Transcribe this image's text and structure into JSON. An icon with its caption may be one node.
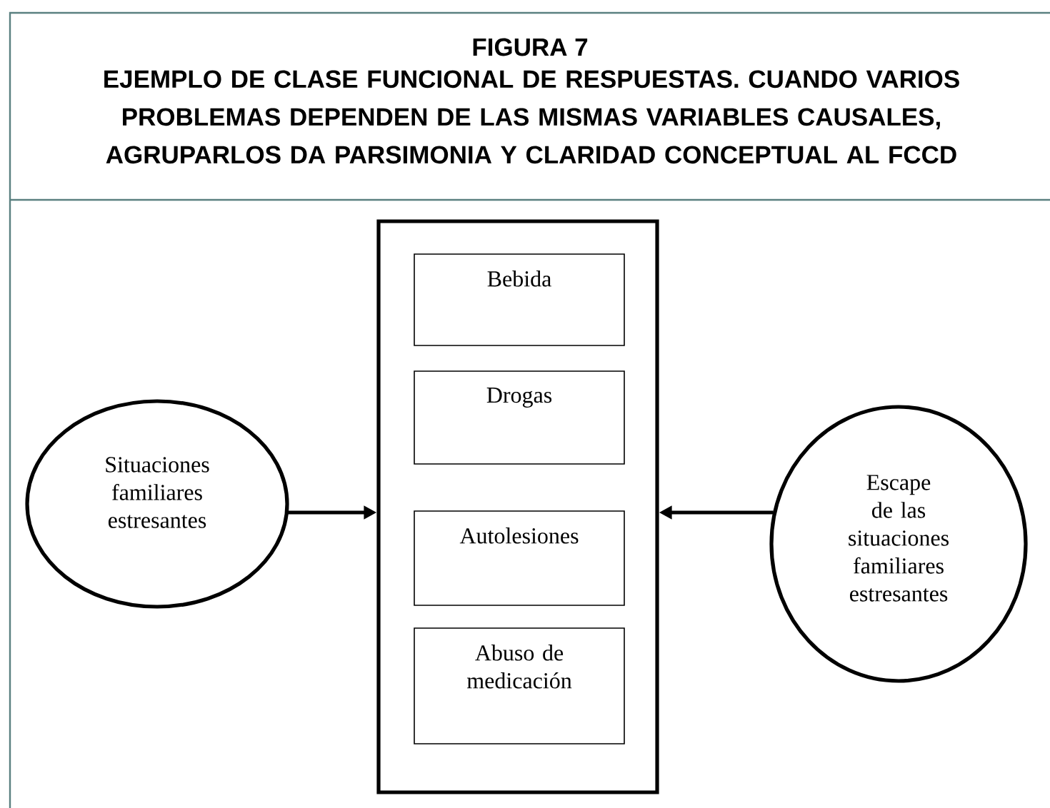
{
  "diagram": {
    "title": "EJEMPLO DE CLASE FUNCIONAL DE RESPUESTAS. CUANDO VARIOS PROBLEMAS DEPENDEN DE LAS MISMAS VARIABLES CAUSALES, AGRUPARLOS DA PARSIMONIA Y CLARIDAD CONCEPTUAL AL FCCD",
    "labels": [
      "FIGURA 7"
    ],
    "nodes": [
      {
        "text": [],
        "shape": "box"
      },
      {
        "text": [
          "Bebida"
        ],
        "in": 0
      },
      {
        "text": [
          "Drogas"
        ],
        "in": 0
      },
      {
        "text": [
          "Autolesiones"
        ],
        "in": 0
      },
      {
        "text": [
          "Abuso de medicación"
        ],
        "in": 0
      },
      {
        "text": [
          "Situaciones familiares estresantes"
        ]
      },
      {
        "text": [
          "Escape de las situaciones familiares estresantes"
        ]
      }
    ],
    "edges": [
      {
        "from": 5,
        "to": 0,
        "arrow": "to"
      },
      {
        "from": 6,
        "to": 0,
        "arrow": "to"
      }
    ]
  }
}
